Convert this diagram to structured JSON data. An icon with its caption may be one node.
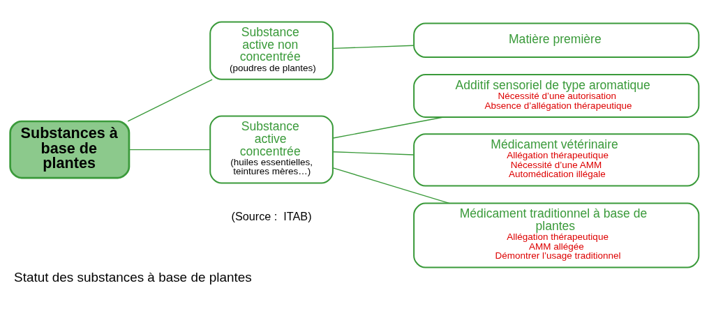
{
  "diagram": {
    "caption": "Statut des substances à base de plantes",
    "nodes": [
      {
        "text": [
          "Substances à base de plantes"
        ]
      },
      {
        "text": [
          "Substance active non concentrée",
          "(poudres de plantes)"
        ]
      },
      {
        "text": [
          "Substance active concentrée",
          "(huiles essentielles, teintures mères…)"
        ]
      },
      {
        "text": [
          "Matière première"
        ]
      },
      {
        "text": [
          "Additif sensoriel de type aromatique",
          "Nécessité d’une autorisation",
          "Absence d’allégation thérapeutique"
        ]
      },
      {
        "text": [
          "Médicament vétérinaire",
          "Allégation thérapeutique",
          "Nécessité d’une AMM",
          "Automédication illégale"
        ]
      },
      {
        "text": [
          "Médicament traditionnel à base de plantes",
          "Allégation thérapeutique",
          "AMM allégée",
          "Démontrer l’usage traditionnel"
        ]
      }
    ],
    "edges": [
      {
        "from": 0,
        "to": 1,
        "arrow": "none"
      },
      {
        "from": 0,
        "to": 2,
        "arrow": "none"
      },
      {
        "from": 1,
        "to": 3,
        "arrow": "none"
      },
      {
        "from": 2,
        "to": 4,
        "arrow": "none"
      },
      {
        "from": 2,
        "to": 5,
        "arrow": "none"
      },
      {
        "from": 2,
        "to": 6,
        "arrow": "none"
      }
    ],
    "labels": [
      "(Source :  ITAB)"
    ]
  }
}
